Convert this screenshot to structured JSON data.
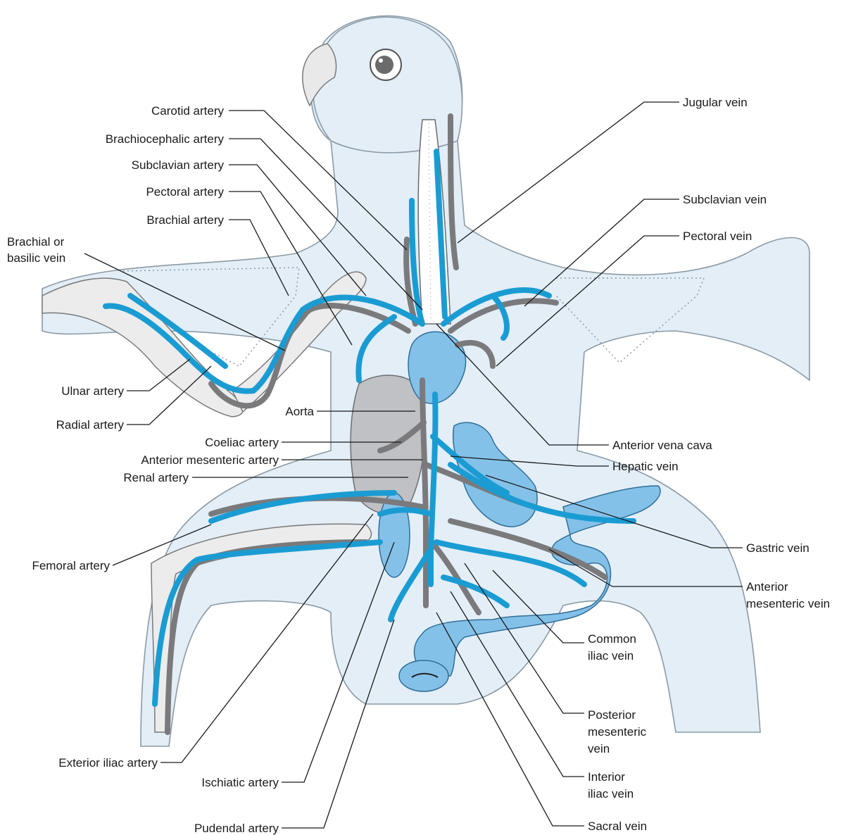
{
  "labels": {
    "carotid_artery": "Carotid artery",
    "brachiocephalic_artery": "Brachiocephalic artery",
    "subclavian_artery": "Subclavian artery",
    "pectoral_artery": "Pectoral artery",
    "brachial_artery": "Brachial artery",
    "brachial_basilic_line1": "Brachial or",
    "brachial_basilic_line2": "basilic vein",
    "ulnar_artery": "Ulnar artery",
    "radial_artery": "Radial artery",
    "aorta": "Aorta",
    "coeliac_artery": "Coeliac artery",
    "anterior_mesenteric_artery": "Anterior mesenteric artery",
    "renal_artery": "Renal artery",
    "femoral_artery": "Femoral artery",
    "exterior_iliac_artery": "Exterior iliac artery",
    "ischiatic_artery": "Ischiatic artery",
    "pudendal_artery": "Pudendal artery",
    "jugular_vein": "Jugular vein",
    "subclavian_vein": "Subclavian vein",
    "pectoral_vein": "Pectoral vein",
    "anterior_vena_cava": "Anterior vena cava",
    "hepatic_vein": "Hepatic vein",
    "gastric_vein": "Gastric vein",
    "anterior_mesenteric_vein_line1": "Anterior",
    "anterior_mesenteric_vein_line2": "mesenteric vein",
    "common_iliac_vein_line1": "Common",
    "common_iliac_vein_line2": "iliac vein",
    "posterior_mesenteric_vein_line1": "Posterior",
    "posterior_mesenteric_vein_line2": "mesenteric",
    "posterior_mesenteric_vein_line3": "vein",
    "interior_iliac_vein_line1": "Interior",
    "interior_iliac_vein_line2": "iliac vein",
    "sacral_vein": "Sacral vein"
  },
  "colors": {
    "artery": "#7a7a7c",
    "vein": "#1a9cd3",
    "body": "#e3eef7",
    "organ": "#84c1e8",
    "liver": "#bfc1c4"
  }
}
